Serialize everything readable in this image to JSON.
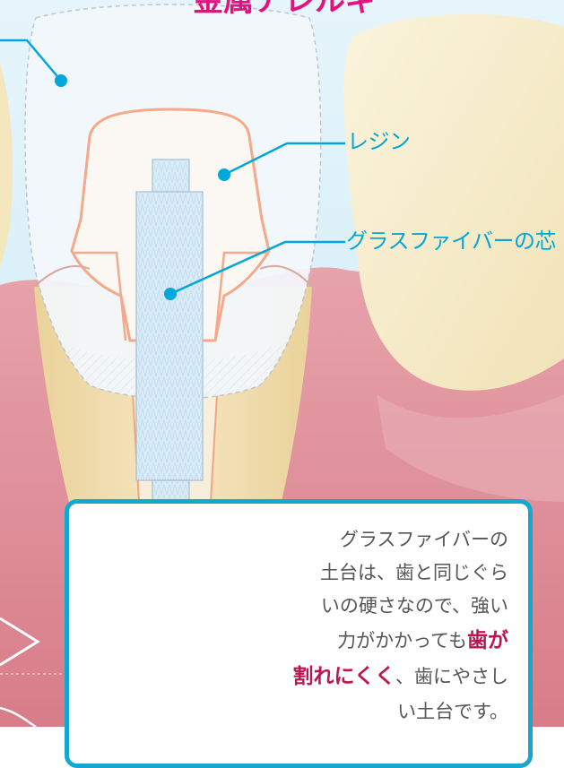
{
  "title": "金属アレルギ",
  "callouts": {
    "resin": "レジン",
    "fiber_core": "グラスファイバーの芯"
  },
  "info": {
    "line1": "グラスファイバーの",
    "line2": "土台は、歯と同じぐら",
    "line3": "いの硬さなので、強い",
    "line4_pre": "力がかかっても",
    "line4_bold": "歯が",
    "line5_bold": "割れにくく",
    "line5_post": "、歯にやさし",
    "line6": "い土台です。"
  },
  "colors": {
    "sky": "#d4eef8",
    "gum": "#de8d98",
    "root": "#f0ddb0",
    "crown": "#f4f8fc",
    "resin_outline": "#f5a88a",
    "fiber": "#d8ecf8",
    "callout": "#00a7d8",
    "title": "#e5117f",
    "box_border": "#14a8d0"
  },
  "icons": [
    "callout-dot",
    "hatch-pattern"
  ]
}
